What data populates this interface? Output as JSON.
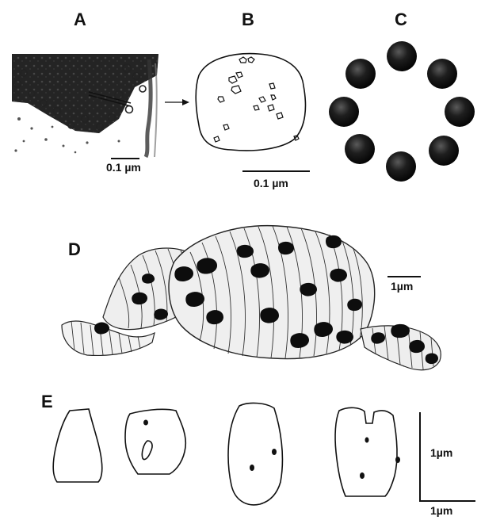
{
  "panels": {
    "a": {
      "letter": "A",
      "scale_label": "0.1 µm"
    },
    "b": {
      "letter": "B",
      "scale_label": "0.1 µm"
    },
    "c": {
      "letter": "C"
    },
    "d": {
      "letter": "D",
      "scale_label": "1µm"
    },
    "e": {
      "letter": "E",
      "scale_y_label": "1µm",
      "scale_x_label": "1µm"
    }
  }
}
